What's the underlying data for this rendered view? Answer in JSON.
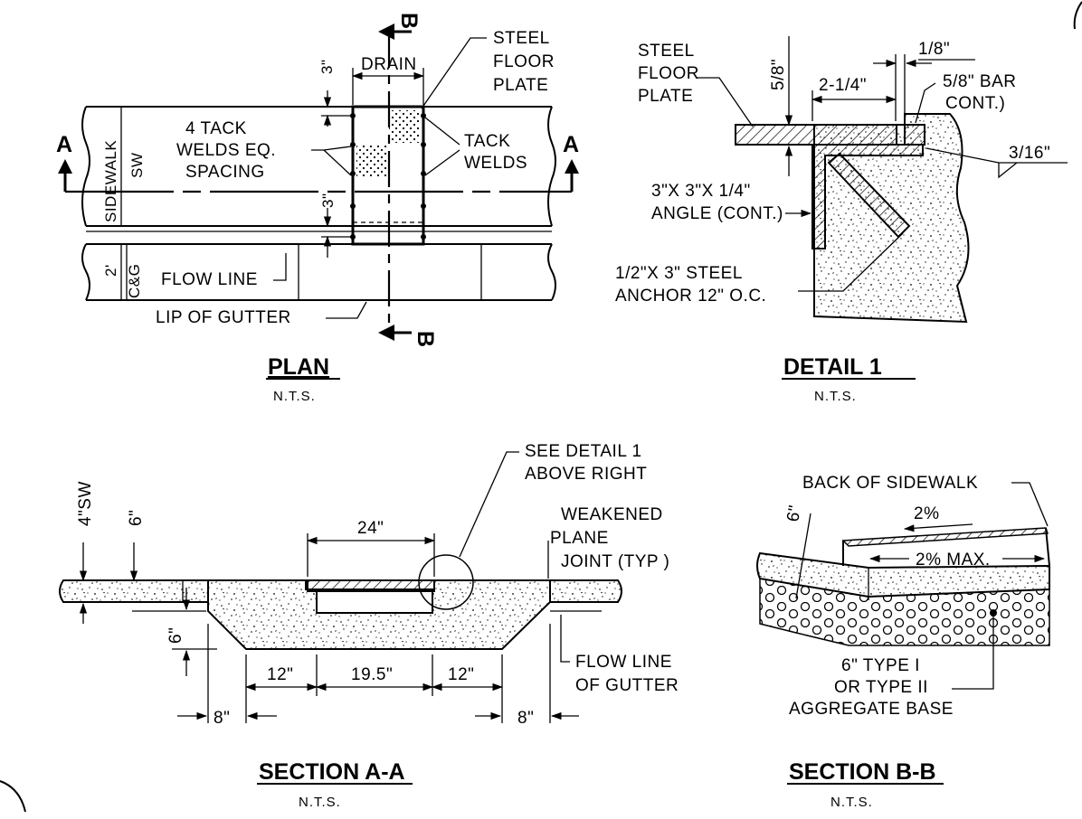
{
  "plan": {
    "title": "PLAN",
    "scale": "N.T.S.",
    "labels": {
      "drain": "DRAIN",
      "steel_floor_plate": [
        "STEEL",
        "FLOOR",
        "PLATE"
      ],
      "tack_welds_left": [
        "4 TACK",
        "WELDS EQ.",
        "SPACING"
      ],
      "tack_welds_right": [
        "TACK",
        "WELDS"
      ],
      "sidewalk": "SIDEWALK",
      "sw": "SW",
      "cg": "C&G",
      "two_ft": "2'",
      "three_in_top": "3\"",
      "three_in_bottom": "3\"",
      "flow_line": "FLOW LINE",
      "lip_of_gutter": "LIP OF GUTTER",
      "section_a": "A",
      "section_b": "B"
    }
  },
  "detail1": {
    "title": "DETAIL 1",
    "scale": "N.T.S.",
    "labels": {
      "steel_floor_plate": [
        "STEEL",
        "FLOOR",
        "PLATE"
      ],
      "five_eighths": "5/8\"",
      "one_eighth": "1/8\"",
      "two_quarter": "2-1/4\"",
      "bar": [
        "5/8\" BAR",
        "CONT.)"
      ],
      "three_sixteenths": "3/16\"",
      "angle": [
        "3\"X 3\"X 1/4\"",
        "ANGLE (CONT.)"
      ],
      "anchor": [
        "1/2\"X 3\" STEEL",
        "ANCHOR 12\" O.C."
      ]
    }
  },
  "sectionAA": {
    "title": "SECTION A-A",
    "scale": "N.T.S.",
    "labels": {
      "see_detail": [
        "SEE DETAIL 1",
        "ABOVE RIGHT"
      ],
      "weakened": [
        "WEAKENED",
        "PLANE",
        "JOINT (TYP )"
      ],
      "four_sw": "4\"SW",
      "six_top": "6\"",
      "six_side": "6\"",
      "twenty_four": "24\"",
      "twelve_left": "12\"",
      "nineteen": "19.5\"",
      "twelve_right": "12\"",
      "eight_left": "8\"",
      "eight_right": "8\"",
      "flow_line": [
        "FLOW LINE",
        "OF GUTTER"
      ]
    }
  },
  "sectionBB": {
    "title": "SECTION B-B",
    "scale": "N.T.S.",
    "labels": {
      "back_of_sidewalk": "BACK OF SIDEWALK",
      "two_pct": "2%",
      "two_pct_max": "2% MAX.",
      "six": "6\"",
      "aggregate": [
        "6\" TYPE I",
        "OR TYPE II",
        "AGGREGATE BASE"
      ]
    }
  }
}
